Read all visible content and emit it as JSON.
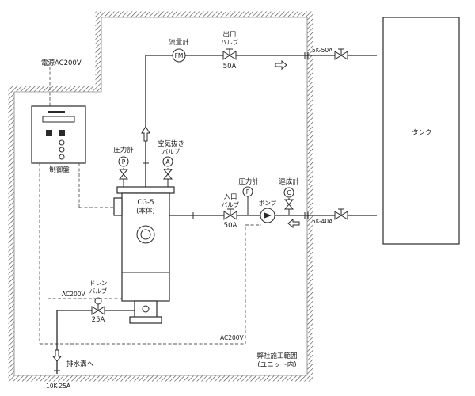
{
  "labels": {
    "power": "電源AC200V",
    "control_panel": "制御盤",
    "flowmeter": "流量計",
    "flowmeter_symbol": "FM",
    "outlet_valve_line1": "出口",
    "outlet_valve_line2": "バルブ",
    "outlet_size": "50A",
    "pipe_top": "5K-50A",
    "tank": "タンク",
    "pressure_gauge_left": "圧力計",
    "pressure_symbol_left": "P",
    "air_vent": "空気抜き",
    "air_vent_line2": "バルブ",
    "air_symbol": "A",
    "unit_name": "CG-5",
    "unit_body": "(本体)",
    "inlet_valve_line1": "入口",
    "inlet_valve_line2": "バルブ",
    "inlet_size": "50A",
    "pressure_gauge_right": "圧力計",
    "pressure_symbol_right": "P",
    "pump": "ポンプ",
    "compound_gauge": "連成計",
    "compound_symbol": "C",
    "pipe_bottom": "5K-40A",
    "drain_line1": "ドレン",
    "drain_line2": "バルブ",
    "drain_size": "25A",
    "ac_left": "AC200V",
    "ac_bottom": "AC200V",
    "drain_to": "排水溝へ",
    "drain_pipe": "10K-25A",
    "scope_line1": "弊社施工範囲",
    "scope_line2": "(ユニット内)"
  },
  "icons": {
    "flow_arrow": "hollow-arrow-icon",
    "valve": "gate-valve-icon",
    "gauge": "gauge-icon"
  }
}
